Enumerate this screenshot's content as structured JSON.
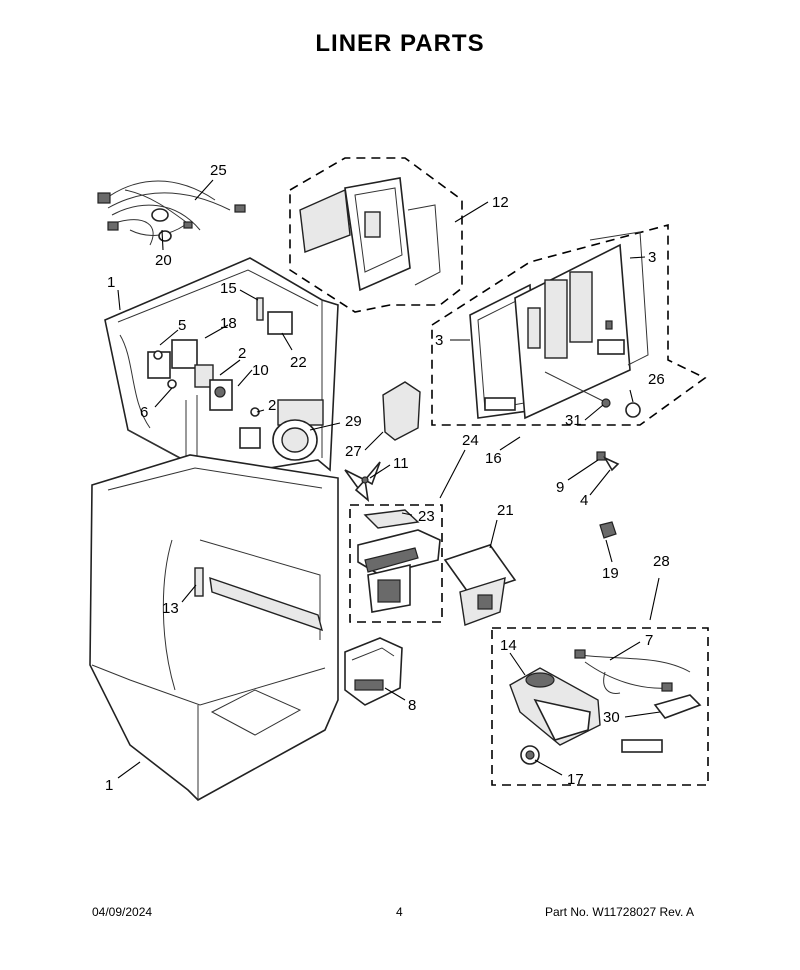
{
  "title": "LINER PARTS",
  "footer": {
    "date": "04/09/2024",
    "page": "4",
    "part_no": "Part No.  W11728027  Rev.  A"
  },
  "callouts": {
    "c25": "25",
    "c20": "20",
    "c1a": "1",
    "c15": "15",
    "c5": "5",
    "c18": "18",
    "c22": "22",
    "c2a": "2",
    "c10": "10",
    "c2b": "2",
    "c6": "6",
    "c29": "29",
    "c27": "27",
    "c11": "11",
    "c12": "12",
    "c3a": "3",
    "c3b": "3",
    "c26": "26",
    "c31": "31",
    "c24": "24",
    "c16": "16",
    "c9": "9",
    "c4": "4",
    "c23": "23",
    "c21": "21",
    "c19": "19",
    "c28": "28",
    "c13": "13",
    "c7": "7",
    "c14": "14",
    "c8": "8",
    "c30": "30",
    "c17": "17",
    "c1b": "1"
  }
}
